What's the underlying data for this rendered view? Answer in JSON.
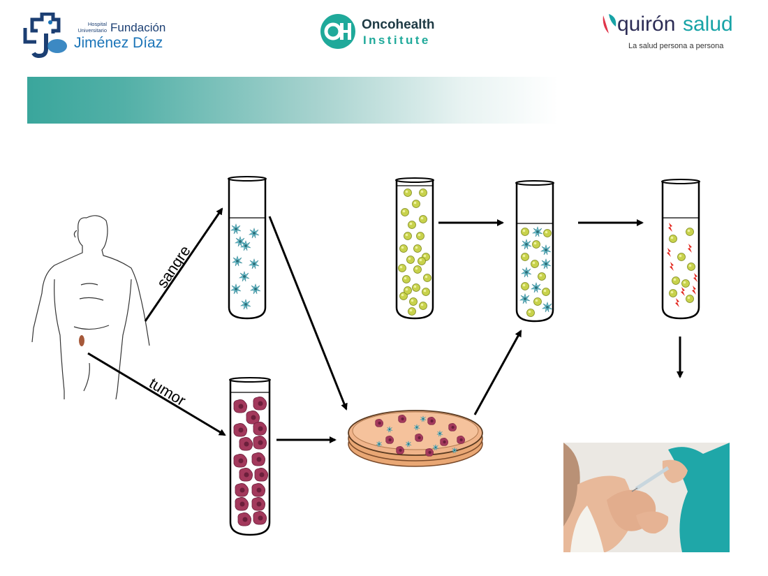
{
  "logos": {
    "hjd": {
      "small_line1": "Hospital",
      "small_line2": "Universitario",
      "name_line1": "Fundación",
      "name_line2": "Jiménez Díaz"
    },
    "oncohealth": {
      "name": "Oncohealth",
      "subtitle": "Institute"
    },
    "quironsalud": {
      "part1": "quirón",
      "part2": "salud",
      "tagline": "La salud persona a persona"
    }
  },
  "diagram": {
    "labels": {
      "blood": "sangre",
      "tumor": "tumor"
    }
  },
  "colors": {
    "banner_start": "#3aa69c",
    "hjd_dark": "#1c3f73",
    "hjd_blue": "#1a74b8",
    "onco_teal": "#1fa99a",
    "quiron_teal": "#17a3a6",
    "quiron_red": "#e0354a",
    "dendritic_cell": "#6fc3d1",
    "tumor_cell": "#a3395c",
    "lymphocyte": "#c8d24c",
    "culture_dish": "#f0b48a"
  },
  "icons": {
    "hjd_logo": "hospital-cross-icon",
    "onco_logo": "oh-circle-icon",
    "quiron_logo": "leaf-icon"
  }
}
